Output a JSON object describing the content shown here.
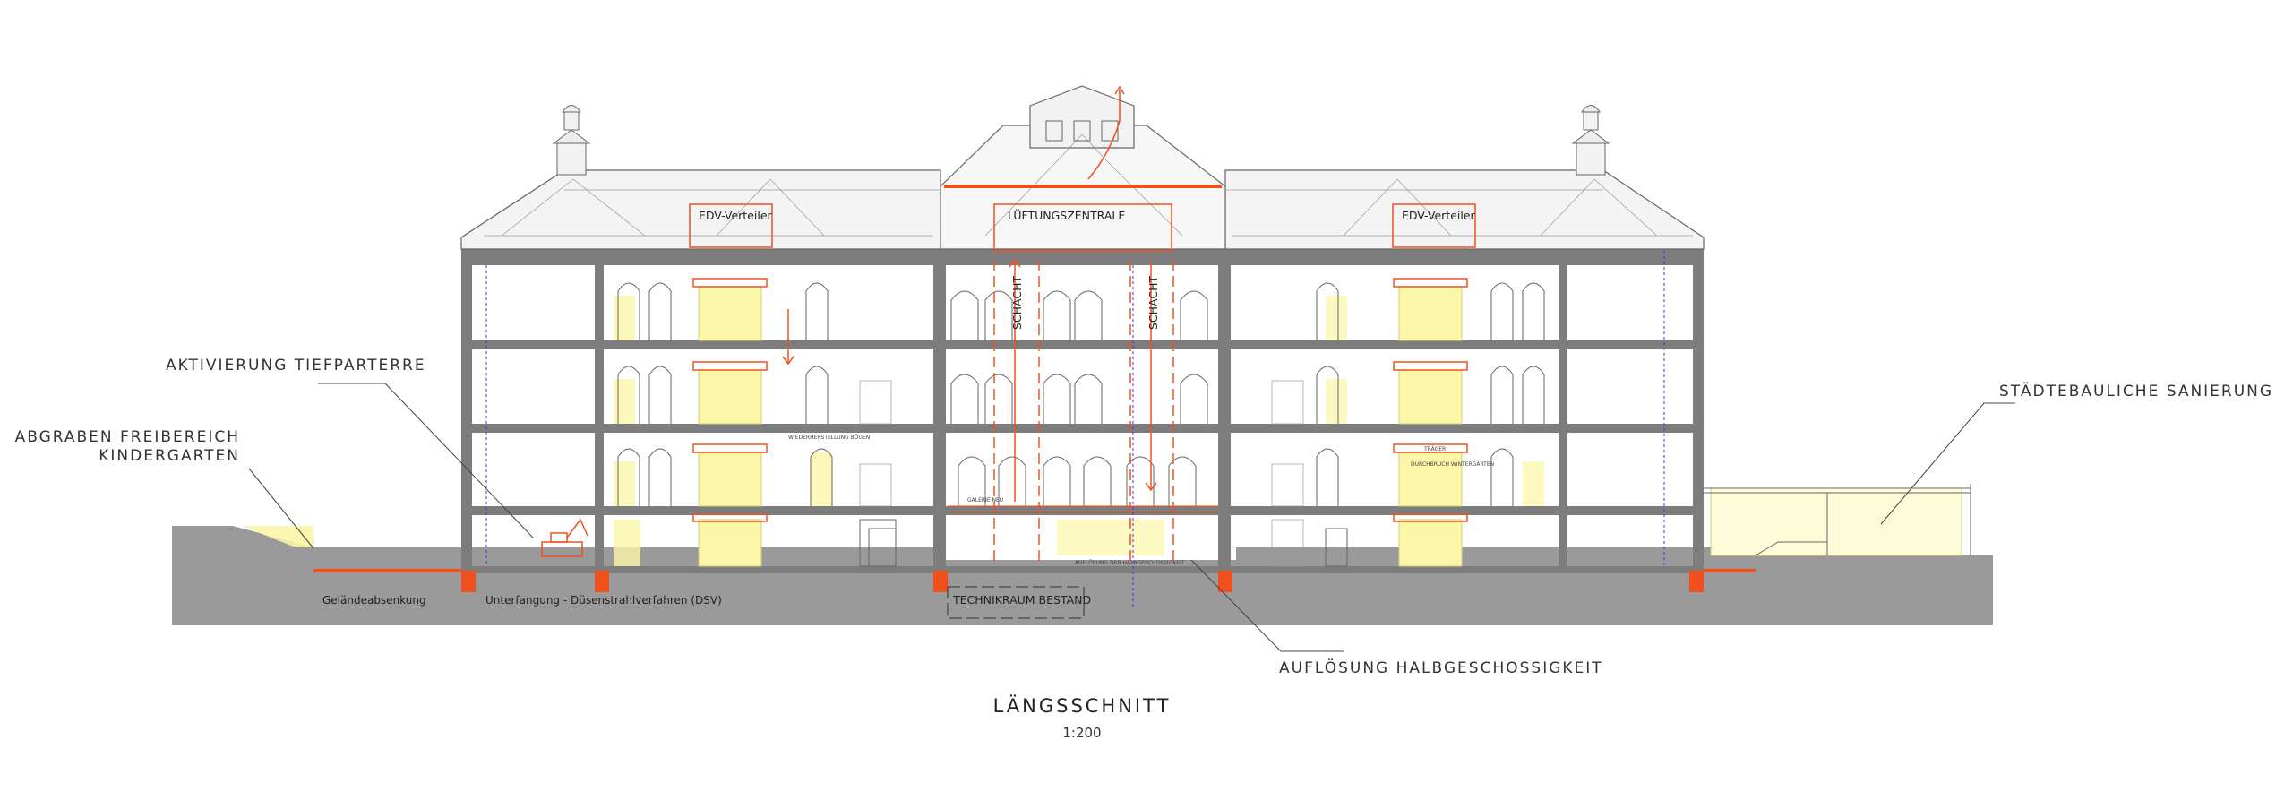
{
  "drawing": {
    "title": "LÄNGSSCHNITT",
    "scale": "1:200"
  },
  "annotations": {
    "tiefparterre": "AKTIVIERUNG TIEFPARTERRE",
    "freibereich_line1": "ABGRABEN FREIBEREICH",
    "freibereich_line2": "KINDERGARTEN",
    "sanierung": "STÄDTEBAULICHE SANIERUNG",
    "halbgeschoss": "AUFLÖSUNG HALBGESCHOSSIGKEIT"
  },
  "rooms": {
    "edv_left": "EDV-Verteiler",
    "edv_right": "EDV-Verteiler",
    "lueftung": "LÜFTUNGSZENTRALE",
    "schacht_left": "SCHACHT",
    "schacht_right": "SCHACHT",
    "technikraum": "TECHNIKRAUM BESTAND",
    "gelaende": "Geländeabsenkung",
    "unterfangung": "Unterfangung - Düsenstrahlverfahren (DSV)"
  },
  "small_notes": {
    "wiederherstellung": "WIEDERHERSTELLUNG BÖGEN",
    "galerie": "GALERIE NEU",
    "traeger": "TRÄGER",
    "durchbruch": "DURCHBRUCH WINTERGARTEN",
    "aufloesung_small": "AUFLÖSUNG DER HALBGESCHOSSIGKEIT"
  },
  "colors": {
    "demolition_new": "#f0501e",
    "new_area": "#fbf6a8",
    "ground": "#9a9a9a",
    "slab": "#7d7d7d"
  }
}
